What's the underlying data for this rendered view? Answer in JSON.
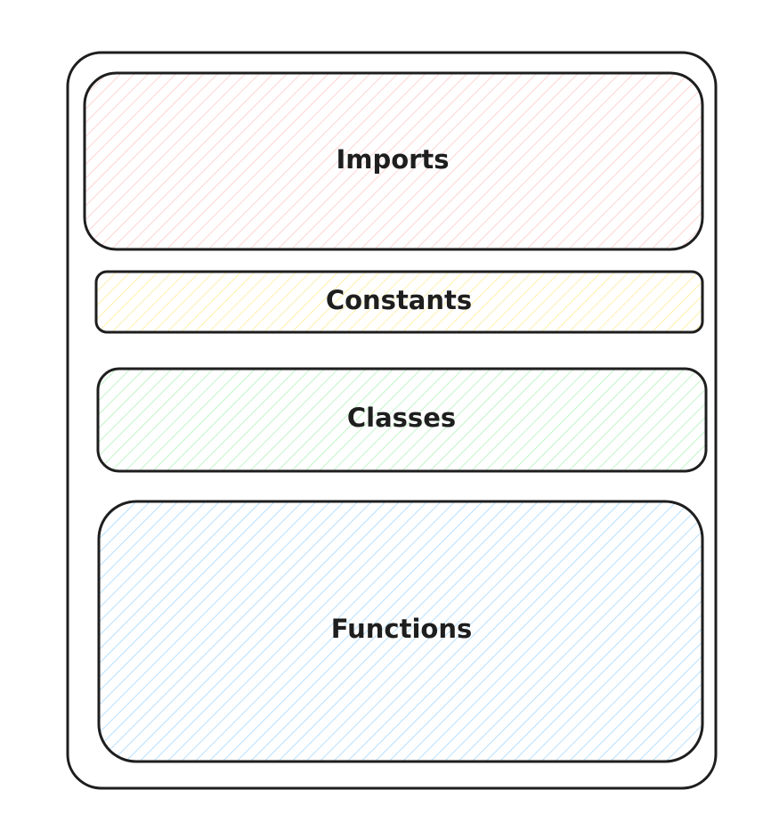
{
  "sections": [
    {
      "id": "imports",
      "label": "Imports",
      "color": "#ffc9c9"
    },
    {
      "id": "constants",
      "label": "Constants",
      "color": "#ffec99"
    },
    {
      "id": "classes",
      "label": "Classes",
      "color": "#b2f2bb"
    },
    {
      "id": "functions",
      "label": "Functions",
      "color": "#a5d8ff"
    }
  ],
  "stroke_color": "#1e1e1e"
}
